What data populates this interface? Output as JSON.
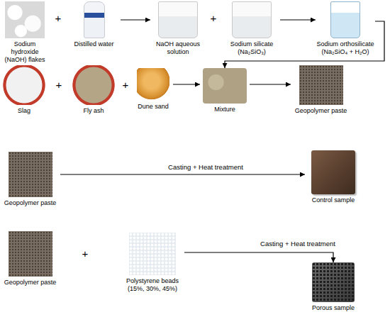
{
  "diagram": {
    "nodes": [
      {
        "text": [
          "Sodium hydroxide (NaOH) flakes"
        ]
      },
      {
        "text": [
          "Distilled water"
        ]
      },
      {
        "text": [
          "NaOH aqueous solution"
        ]
      },
      {
        "text": [
          "Sodium silicate (Na₂SiO₃)"
        ]
      },
      {
        "text": [
          "Sodium orthosilicate (Na₂SiO₄ + H₂O)"
        ]
      },
      {
        "text": [
          "Slag"
        ]
      },
      {
        "text": [
          "Fly ash"
        ]
      },
      {
        "text": [
          "Dune sand"
        ]
      },
      {
        "text": [
          "Mixture"
        ]
      },
      {
        "text": [
          "Geopolymer paste"
        ]
      },
      {
        "text": [
          "Geopolymer paste"
        ]
      },
      {
        "text": [
          "Control sample"
        ]
      },
      {
        "text": [
          "Geopolymer paste"
        ]
      },
      {
        "text": [
          "Polystyrene beads (15%, 30%, 45%)"
        ]
      },
      {
        "text": [
          "Porous sample"
        ]
      }
    ],
    "edges": [
      {
        "from": 1,
        "to": 2,
        "arrow": "to"
      },
      {
        "from": 3,
        "to": 4,
        "arrow": "to"
      },
      {
        "from": 4,
        "to": 8,
        "arrow": "to"
      },
      {
        "from": 7,
        "to": 8,
        "arrow": "to"
      },
      {
        "from": 8,
        "to": 9,
        "arrow": "to"
      },
      {
        "from": 10,
        "to": 11,
        "label": "Casting + Heat treatment",
        "arrow": "to"
      },
      {
        "from": 13,
        "to": 14,
        "label": "Casting + Heat treatment",
        "arrow": "to"
      }
    ],
    "labels": [
      "+",
      "+",
      "+",
      "+",
      "+"
    ]
  }
}
